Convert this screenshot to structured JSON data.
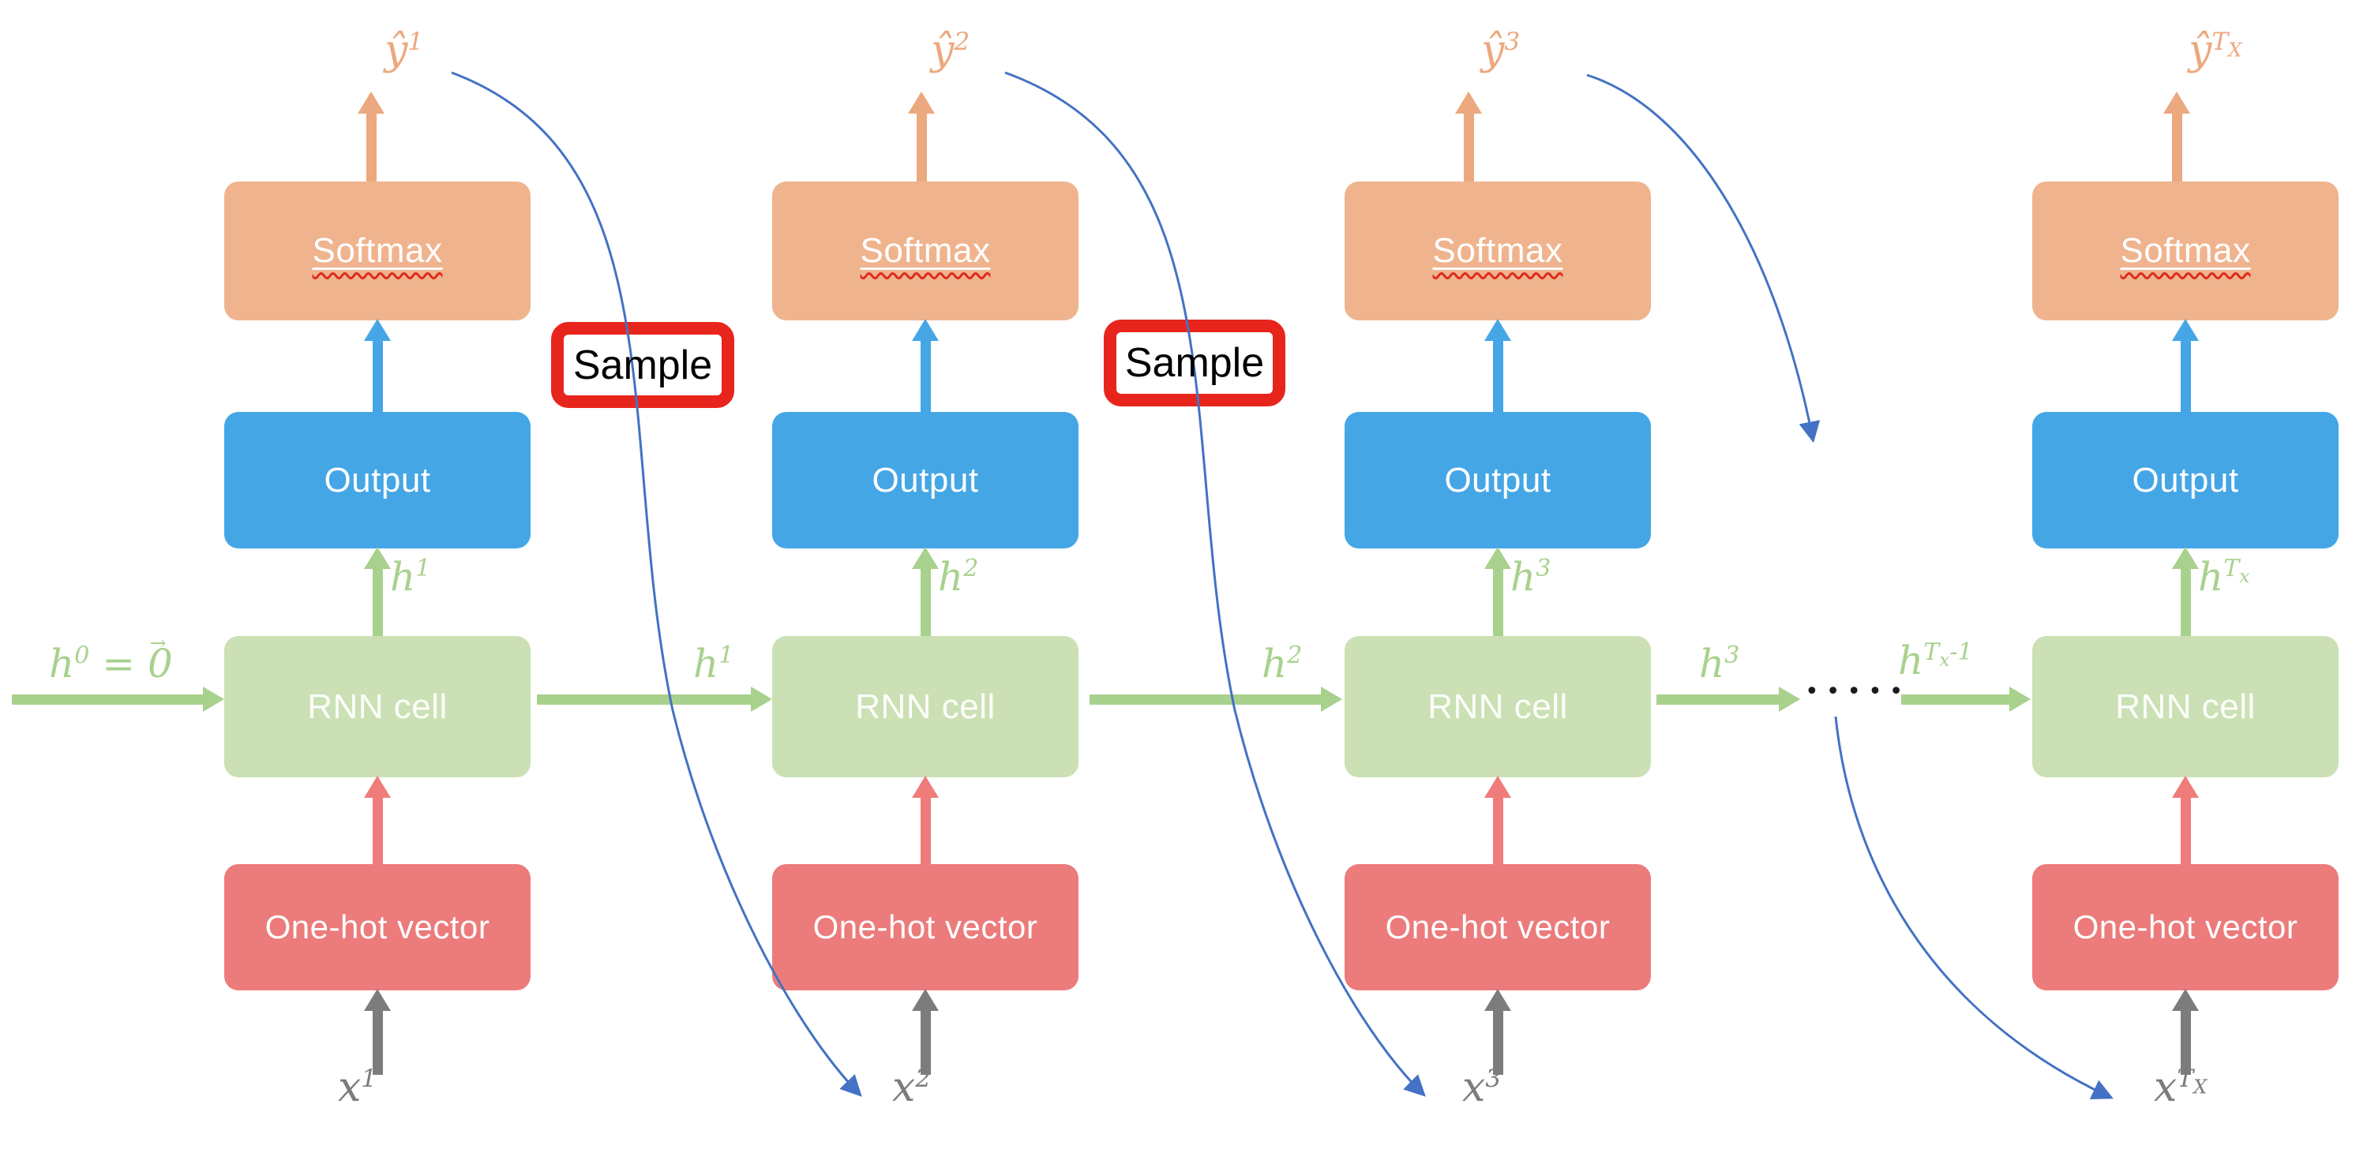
{
  "palette": {
    "softmax_fill": "#EFB48E",
    "orange_arrow_label": "#ECA87E",
    "output_fill": "#45A6E6",
    "blue_arrow": "#45A6E6",
    "rnn_fill": "#CBE1B5",
    "green_arrow_label": "#A9D18E",
    "onehot_fill": "#EC7B7B",
    "pink_arrow": "#EF7B7B",
    "gray_arrow_label": "#7C7C7C",
    "sample_border": "#E8251C",
    "sample_text": "#000000",
    "feedback_curve_blue": "#4472C4",
    "squiggle_red": "#DD2B1C",
    "box_text": "#FFFFFF",
    "dots_color": "#1A1A1A",
    "background": "#FFFFFF"
  },
  "boxes": {
    "softmax": "Softmax",
    "output": "Output",
    "rnn_cell": "RNN cell",
    "one_hot": "One-hot vector"
  },
  "sample": {
    "label": "Sample"
  },
  "flow": {
    "initial_state": {
      "base": "h",
      "sup": "0",
      "eq": " = ",
      "vec": "0",
      "vec_arrow": "→"
    },
    "between_labels": [
      {
        "base": "h",
        "sup": "1"
      },
      {
        "base": "h",
        "sup": "2"
      },
      {
        "base": "h",
        "sup": "3"
      },
      {
        "base": "h",
        "sup": "T",
        "supsub": "x",
        "suptail": "-1"
      }
    ],
    "dots": "•••••"
  },
  "columns": [
    {
      "yhat": {
        "base": "ŷ",
        "sup": "1"
      },
      "hidden": {
        "base": "h",
        "sup": "1"
      },
      "x": {
        "base": "x",
        "sup": "1"
      }
    },
    {
      "yhat": {
        "base": "ŷ",
        "sup": "2"
      },
      "hidden": {
        "base": "h",
        "sup": "2"
      },
      "x": {
        "base": "x",
        "sup": "2"
      }
    },
    {
      "yhat": {
        "base": "ŷ",
        "sup": "3"
      },
      "hidden": {
        "base": "h",
        "sup": "3"
      },
      "x": {
        "base": "x",
        "sup": "3"
      }
    },
    {
      "yhat": {
        "base": "ŷ",
        "sup": "T",
        "supsub": "X"
      },
      "hidden": {
        "base": "h",
        "sup": "T",
        "supsub": "x"
      },
      "x": {
        "base": "x",
        "sup": "T",
        "supsub": "X"
      }
    }
  ]
}
